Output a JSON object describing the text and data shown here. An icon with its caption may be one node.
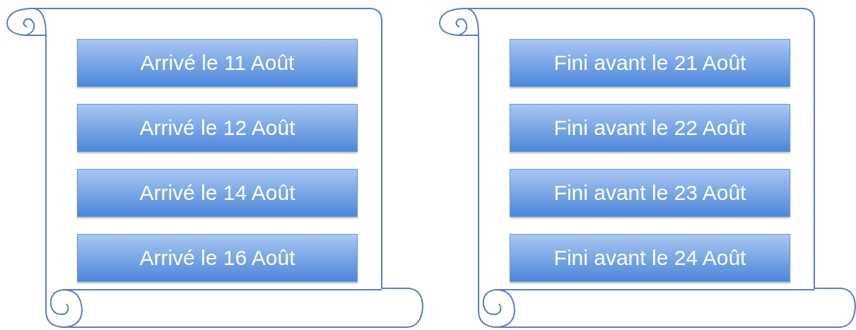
{
  "diagram": {
    "nodes": [
      {
        "text": [],
        "shape": "scroll"
      },
      {
        "text": [
          "Arrivé le 11 Août"
        ],
        "in": 0
      },
      {
        "text": [
          "Arrivé le 12 Août"
        ],
        "in": 0
      },
      {
        "text": [
          "Arrivé le 14 Août"
        ],
        "in": 0
      },
      {
        "text": [
          "Arrivé le 16 Août"
        ],
        "in": 0
      },
      {
        "text": [],
        "shape": "scroll"
      },
      {
        "text": [
          "Fini avant le 21 Août"
        ],
        "in": 5
      },
      {
        "text": [
          "Fini avant le 22 Août"
        ],
        "in": 5
      },
      {
        "text": [
          "Fini avant le 23 Août"
        ],
        "in": 5
      },
      {
        "text": [
          "Fini avant le 24 Août"
        ],
        "in": 5
      }
    ]
  }
}
